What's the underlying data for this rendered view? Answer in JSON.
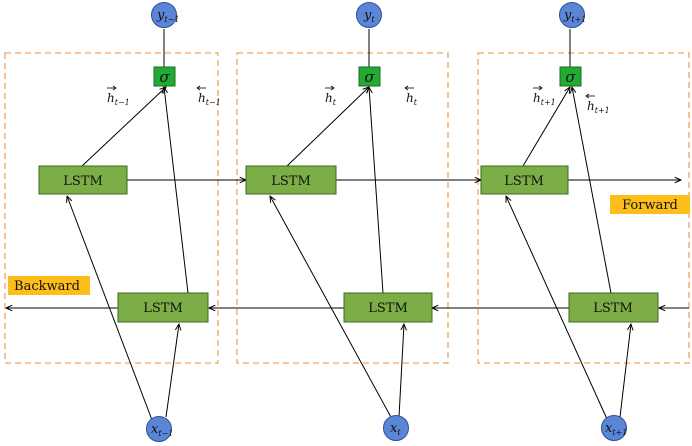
{
  "colors": {
    "lstm_fill": "#7cad46",
    "lstm_stroke": "#3d6b1f",
    "sigma_fill": "#22aa33",
    "node_fill": "#5b86d6",
    "node_stroke": "#2d4f9a",
    "frame_stroke": "#f0a35e",
    "direction_badge": "#fdbe1a",
    "line": "#000000"
  },
  "labels": {
    "lstm": "LSTM",
    "sigma": "σ",
    "forward": "Forward",
    "backward": "Backward"
  },
  "steps": [
    {
      "output": "y",
      "output_sub": "t−1",
      "input": "x",
      "input_sub": "t−1",
      "h_forward": "h",
      "h_forward_sub": "t−1",
      "h_backward": "h",
      "h_backward_sub": "t−1"
    },
    {
      "output": "y",
      "output_sub": "t",
      "input": "x",
      "input_sub": "t",
      "h_forward": "h",
      "h_forward_sub": "t",
      "h_backward": "h",
      "h_backward_sub": "t"
    },
    {
      "output": "y",
      "output_sub": "t+1",
      "input": "x",
      "input_sub": "t+1",
      "h_forward": "h",
      "h_forward_sub": "t+1",
      "h_backward": "h",
      "h_backward_sub": "t+1"
    }
  ]
}
